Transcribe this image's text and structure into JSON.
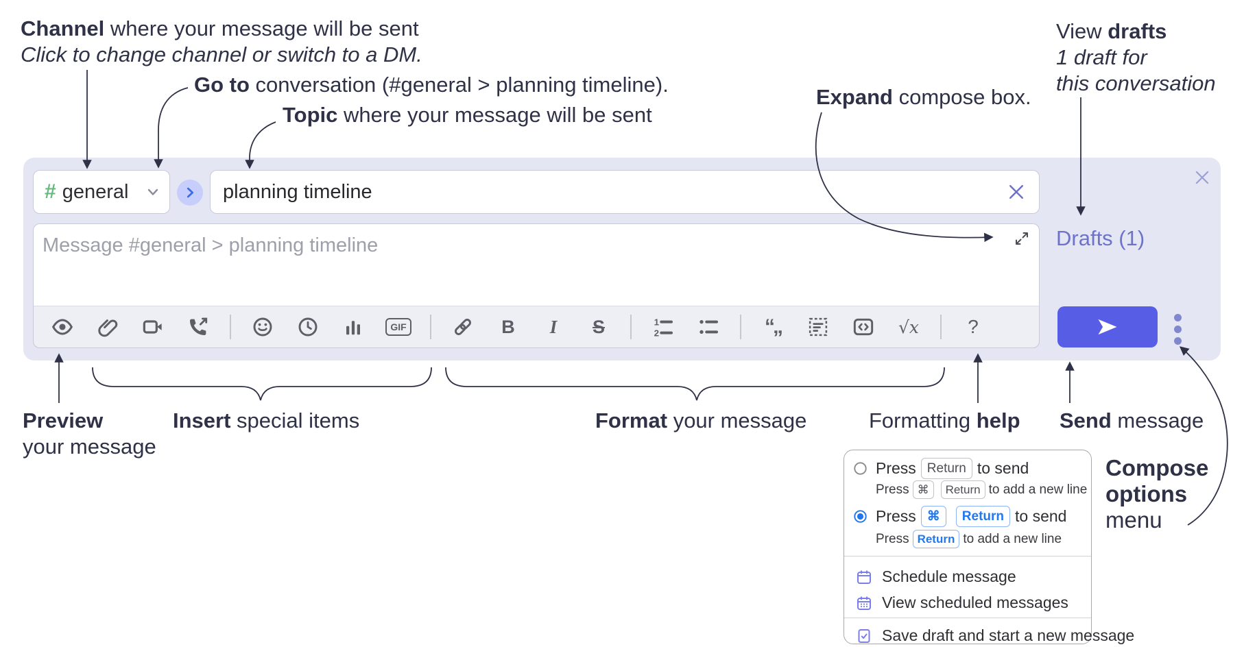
{
  "annotations": {
    "channel": {
      "bold": "Channel",
      "rest": " where your message will be sent",
      "sub": "Click to change channel or switch to a DM."
    },
    "goto": {
      "bold": "Go to",
      "rest": " conversation (#general > planning timeline)."
    },
    "topic": {
      "bold": "Topic",
      "rest": " where your message will be sent"
    },
    "expand": {
      "bold": "Expand",
      "rest": " compose box."
    },
    "view_drafts": {
      "pre": "View ",
      "bold": "drafts",
      "line2": "1 draft for",
      "line3": "this conversation"
    },
    "preview": {
      "bold": "Preview",
      "line2": "your message"
    },
    "insert": {
      "bold": "Insert",
      "rest": " special items"
    },
    "format": {
      "bold": "Format",
      "rest": " your message"
    },
    "formatting_help": {
      "pre": "Formatting ",
      "bold": "help"
    },
    "send": {
      "bold": "Send",
      "rest": " message"
    },
    "compose_options": {
      "line1": "Compose",
      "line2": "options",
      "line3": "menu"
    }
  },
  "compose": {
    "channel": {
      "hash": "#",
      "name": "general"
    },
    "topic_value": "planning timeline",
    "message_placeholder": "Message #general > planning timeline",
    "drafts_link": "Drafts (1)",
    "labels": {
      "gif": "GIF",
      "bold": "B",
      "italic": "I",
      "strike": "S",
      "math": "√x",
      "help": "?"
    },
    "toolbar_icons": [
      "preview",
      "attach-file",
      "video-call",
      "audio-call",
      "emoji",
      "time",
      "poll",
      "gif",
      "link",
      "bold",
      "italic",
      "strikethrough",
      "numbered-list",
      "bulleted-list",
      "quote",
      "spoiler",
      "code",
      "math",
      "help"
    ]
  },
  "menu": {
    "options": [
      {
        "selected": false,
        "pre": "Press",
        "key1": "Return",
        "post": "to send",
        "sub_pre": "Press",
        "sub_key1": "⌘",
        "sub_key2": "Return",
        "sub_post": "to add a new line"
      },
      {
        "selected": true,
        "pre": "Press",
        "key1": "⌘",
        "key2": "Return",
        "post": "to send",
        "sub_pre": "Press",
        "sub_key1": "Return",
        "sub_post": "to add a new line"
      }
    ],
    "items": [
      {
        "icon": "calendar-icon",
        "label": "Schedule message"
      },
      {
        "icon": "calendar-days-icon",
        "label": "View scheduled messages"
      },
      {
        "icon": "save-draft-icon",
        "label": "Save draft and start a new message"
      }
    ]
  },
  "colors": {
    "annotation_ink": "#2f3147",
    "panel_bg": "#e4e6f4",
    "accent_green": "#69b97f",
    "accent_blue": "#3a6be8",
    "purple_link": "#6d73c8",
    "send_button": "#585de6",
    "toolbar_icon": "#5c5f66",
    "kbd_blue": "#2277f2"
  }
}
